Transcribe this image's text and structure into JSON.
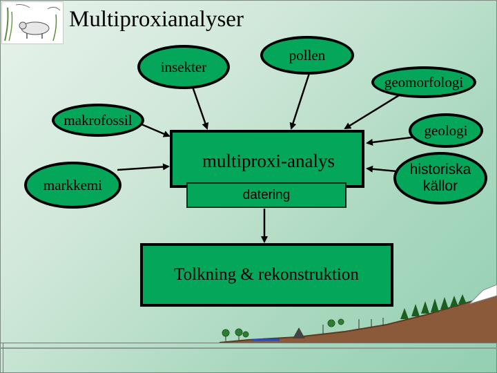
{
  "title": "Multiproxianalyser",
  "nodes": {
    "insekter": "insekter",
    "pollen": "pollen",
    "geomorfologi": "geomorfologi",
    "makrofossil": "makrofossil",
    "geologi": "geologi",
    "markkemi": "markkemi",
    "historiska": "historiska",
    "kallor": "källor"
  },
  "center": {
    "label": "multiproxi-analys",
    "dating": "datering"
  },
  "result": {
    "label": "Tolkning & rekonstruktion"
  },
  "colors": {
    "node_fill": "#04a65a",
    "border": "#000000"
  }
}
